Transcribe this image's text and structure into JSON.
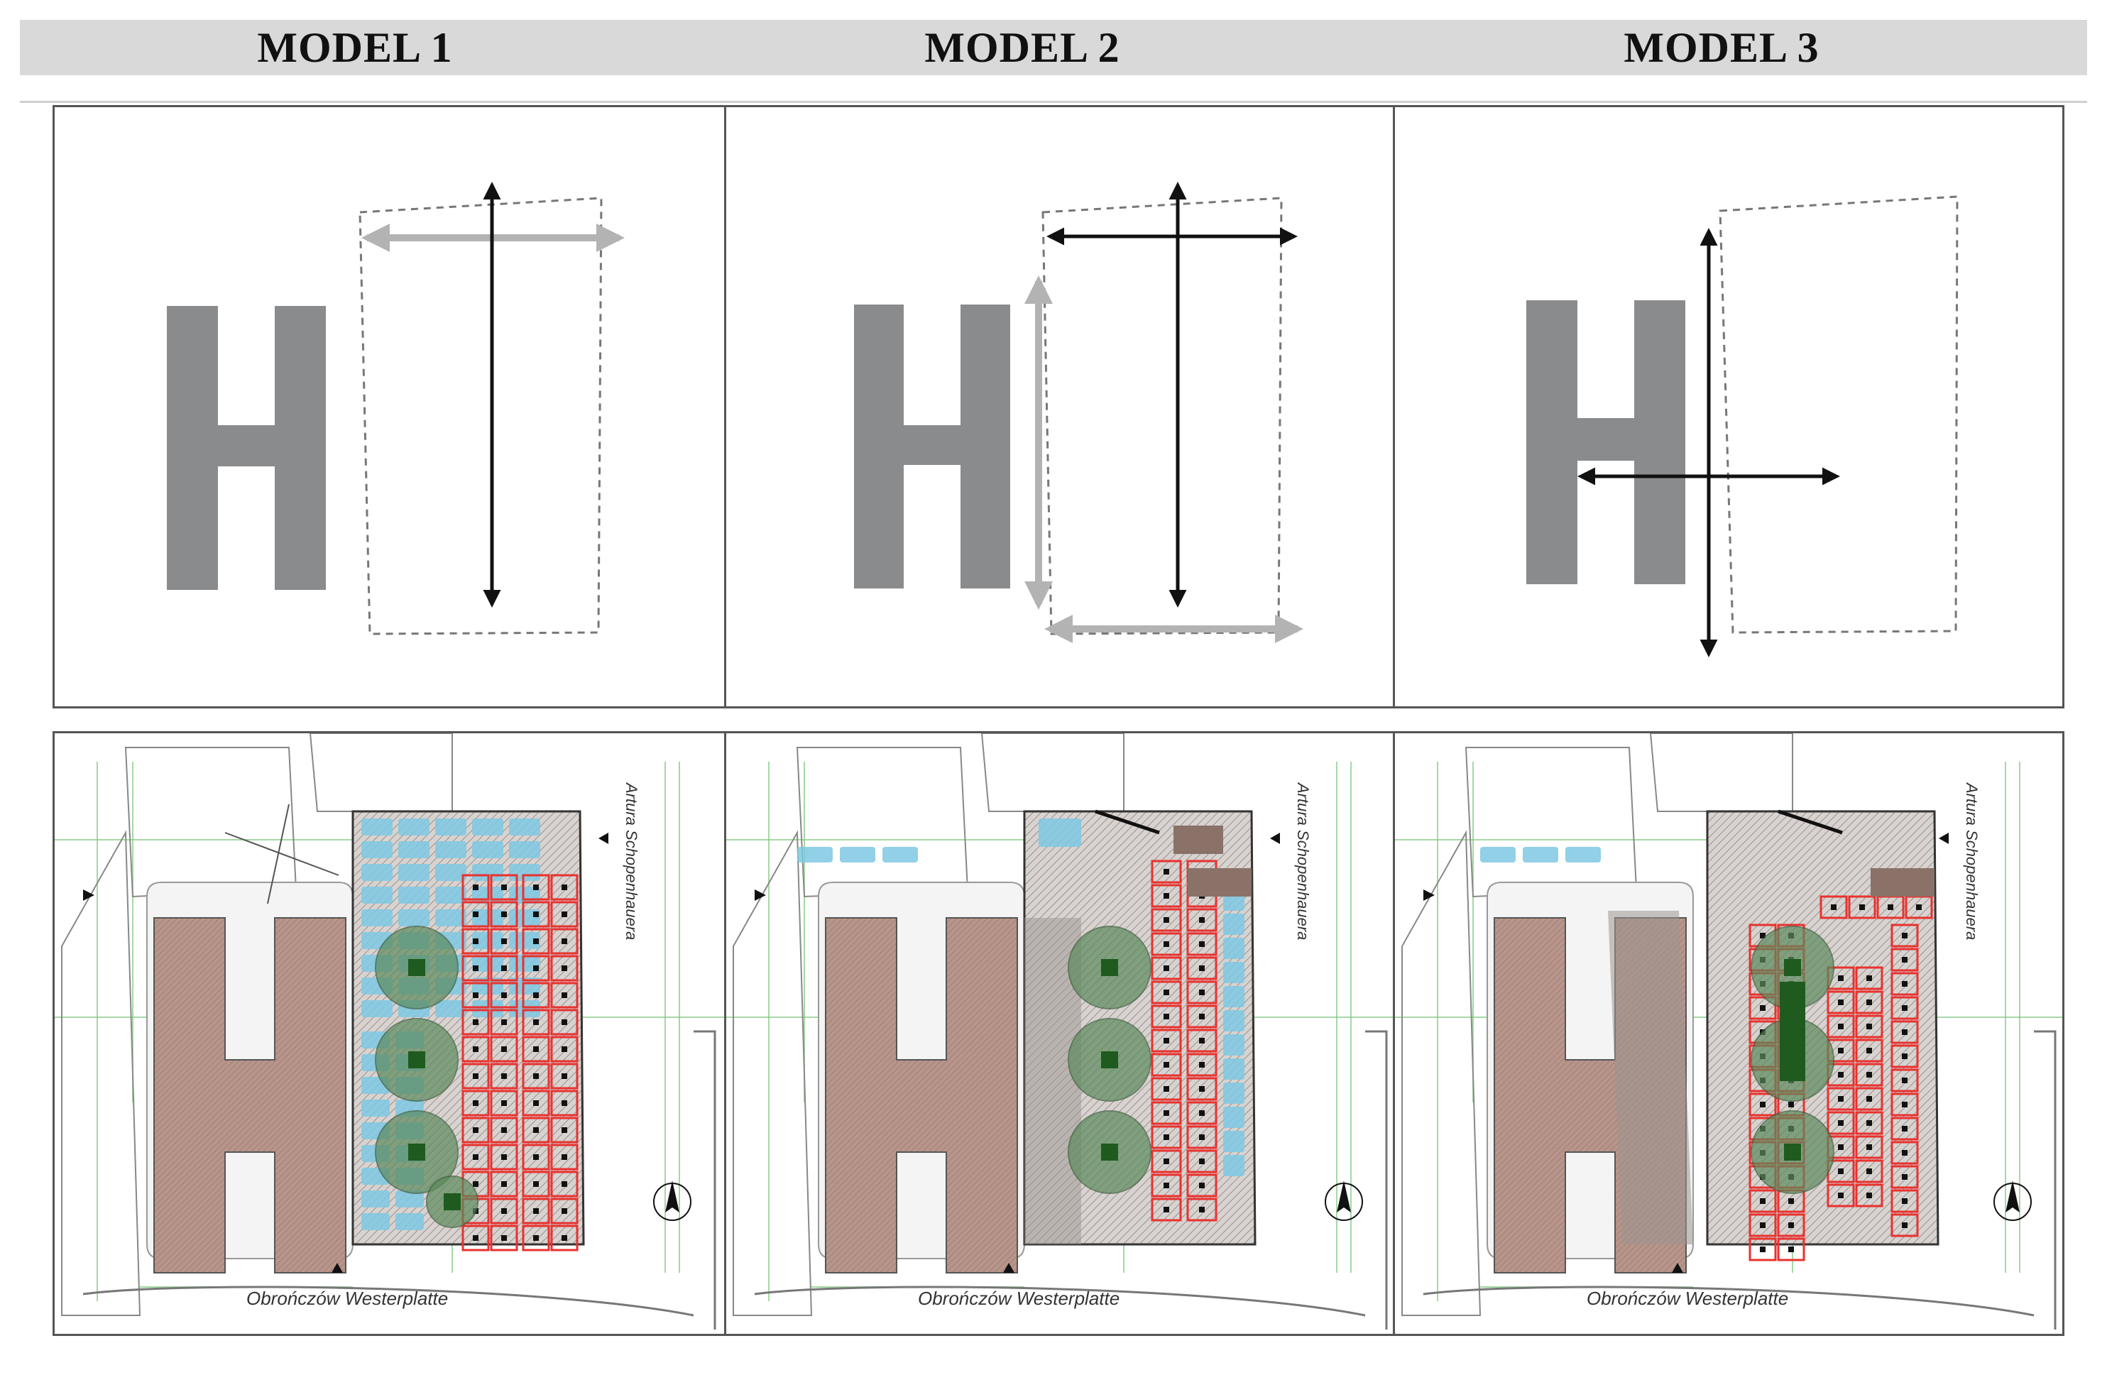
{
  "header": {
    "models": [
      {
        "title": "MODEL 1"
      },
      {
        "title": "MODEL 2"
      },
      {
        "title": "MODEL 3"
      }
    ]
  },
  "site_plans": {
    "street_bottom": "Obrończów Westerplatte",
    "street_right": "Artura Schopenhauera"
  },
  "colors": {
    "h_block": "#8a8b8d",
    "arrow_primary": "#111111",
    "arrow_secondary": "#b3b3b3",
    "building_fill": "#b8958a",
    "parking_red": "#e8322f",
    "parking_blue": "#7ec8e3",
    "tree_green": "#5c8a5c",
    "grid_green": "#7fc97f"
  }
}
